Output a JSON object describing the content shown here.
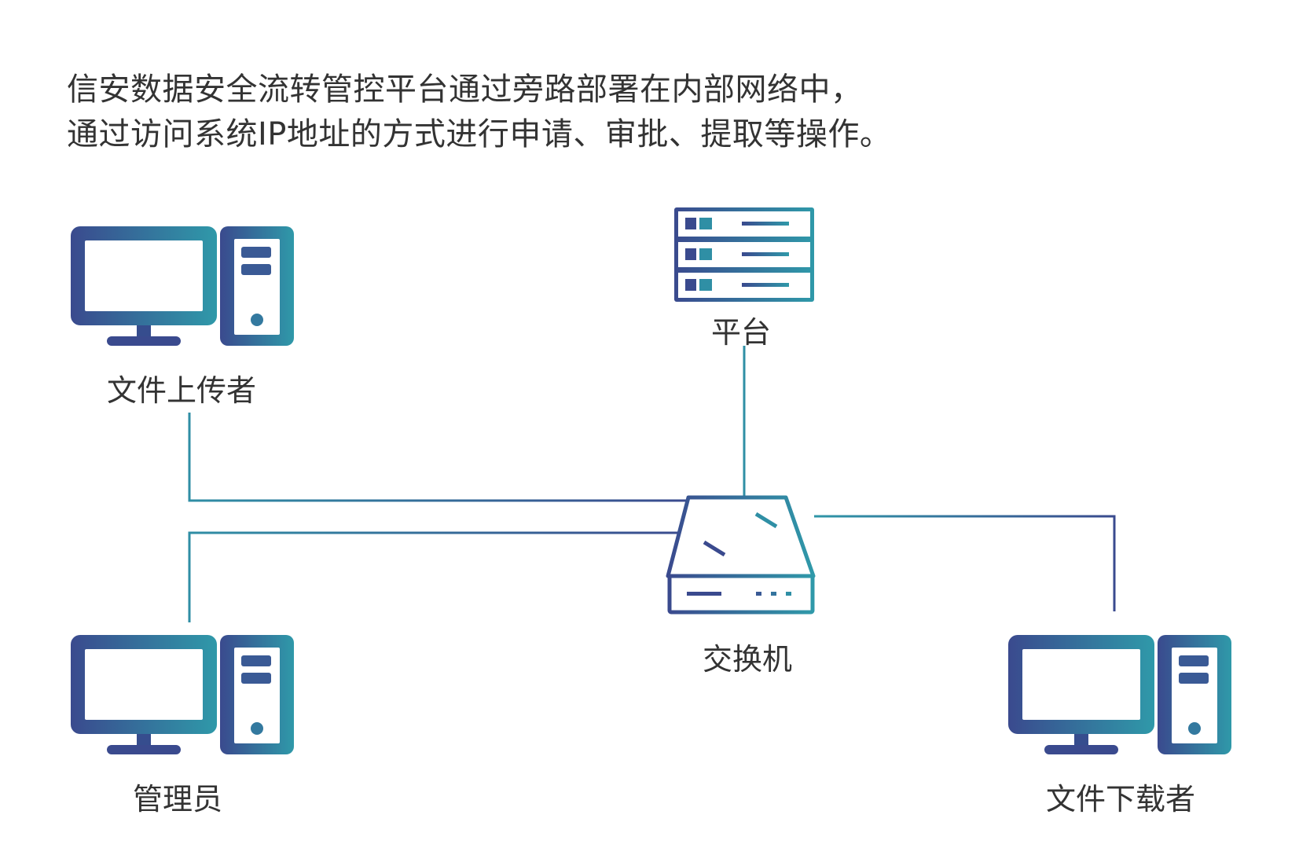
{
  "description": {
    "line1": "信安数据安全流转管控平台通过旁路部署在内部网络中，",
    "line2": "通过访问系统IP地址的方式进行申请、审批、提取等操作。"
  },
  "nodes": {
    "uploader": {
      "label": "文件上传者",
      "icon": "desktop-computer-icon"
    },
    "platform": {
      "label": "平台",
      "icon": "server-rack-icon"
    },
    "switch": {
      "label": "交换机",
      "icon": "network-switch-icon"
    },
    "admin": {
      "label": "管理员",
      "icon": "desktop-computer-icon"
    },
    "downloader": {
      "label": "文件下载者",
      "icon": "desktop-computer-icon"
    }
  },
  "colors": {
    "gradient_start": "#3a4d8f",
    "gradient_end": "#2f97a8",
    "text": "#333333"
  }
}
